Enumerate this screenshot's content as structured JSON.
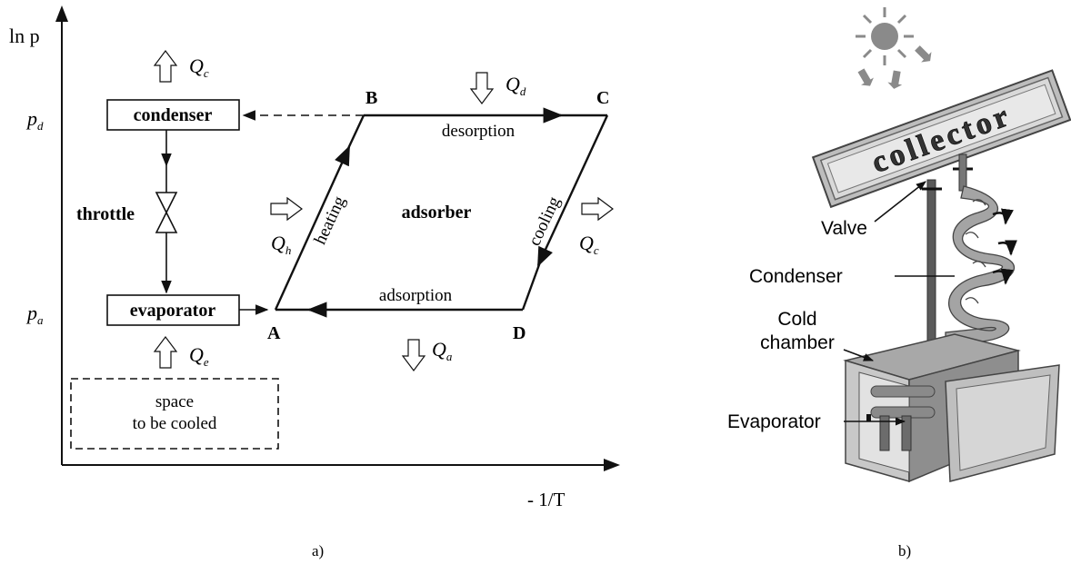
{
  "panel_a": {
    "axis_y_label": "ln p",
    "axis_x_label": "- 1/T",
    "tick_pd": "p",
    "tick_pd_sub": "d",
    "tick_pa": "p",
    "tick_pa_sub": "a",
    "condenser": "condenser",
    "throttle": "throttle",
    "evaporator": "evaporator",
    "space_line1": "space",
    "space_line2": "to be cooled",
    "point_a": "A",
    "point_b": "B",
    "point_c": "C",
    "point_d": "D",
    "desorption": "desorption",
    "adsorption": "adsorption",
    "heating": "heating",
    "cooling": "cooling",
    "adsorber": "adsorber",
    "q_c_top": "Q",
    "q_c_top_sub": "c",
    "q_d": "Q",
    "q_d_sub": "d",
    "q_h": "Q",
    "q_h_sub": "h",
    "q_c_right": "Q",
    "q_c_right_sub": "c",
    "q_a": "Q",
    "q_a_sub": "a",
    "q_e": "Q",
    "q_e_sub": "e",
    "caption": "a)"
  },
  "panel_b": {
    "collector": "collector",
    "valve": "Valve",
    "condenser": "Condenser",
    "cold_chamber_line1": "Cold",
    "cold_chamber_line2": "chamber",
    "evaporator": "Evaporator",
    "caption": "b)"
  },
  "colors": {
    "line": "#111111",
    "sun": "#8a8a8a",
    "metal": "#9a9a9a",
    "metal_light": "#cfcfcf",
    "metal_dark": "#555555"
  }
}
